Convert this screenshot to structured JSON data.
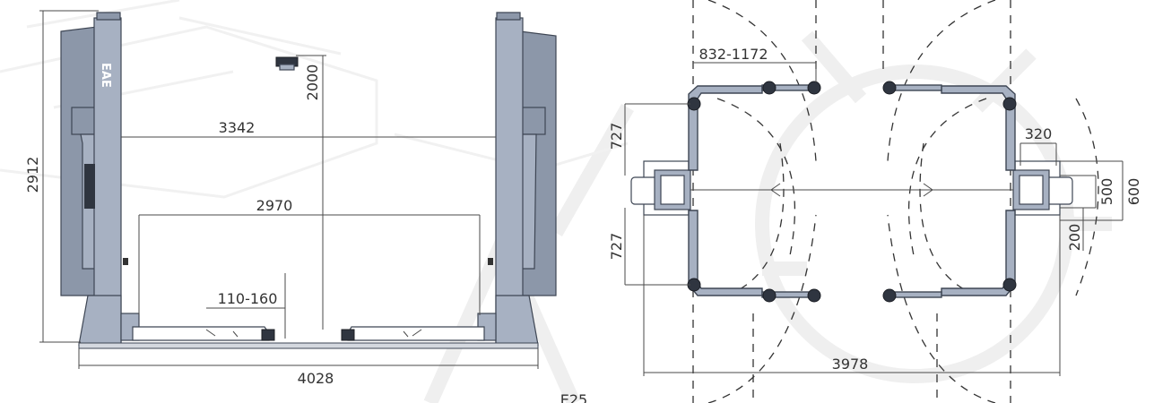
{
  "front_view": {
    "brand_text": "EAE",
    "dims": {
      "total_height": "2912",
      "overhead_height": "2000",
      "column_distance": "3342",
      "drive_through": "2970",
      "pad_height": "110-160",
      "overall_width": "4028"
    }
  },
  "top_view": {
    "dims": {
      "arm_reach": "832-1172",
      "arm_spacing_upper": "727",
      "arm_spacing_lower": "727",
      "base_depth": "320",
      "base_width_inner": "500",
      "base_width_outer": "600",
      "offset": "200",
      "overall_length": "3978"
    }
  },
  "model_label": "E25",
  "colors": {
    "column": "#a7b1c2",
    "outline": "#3e4654",
    "watermark": "#efefef"
  }
}
